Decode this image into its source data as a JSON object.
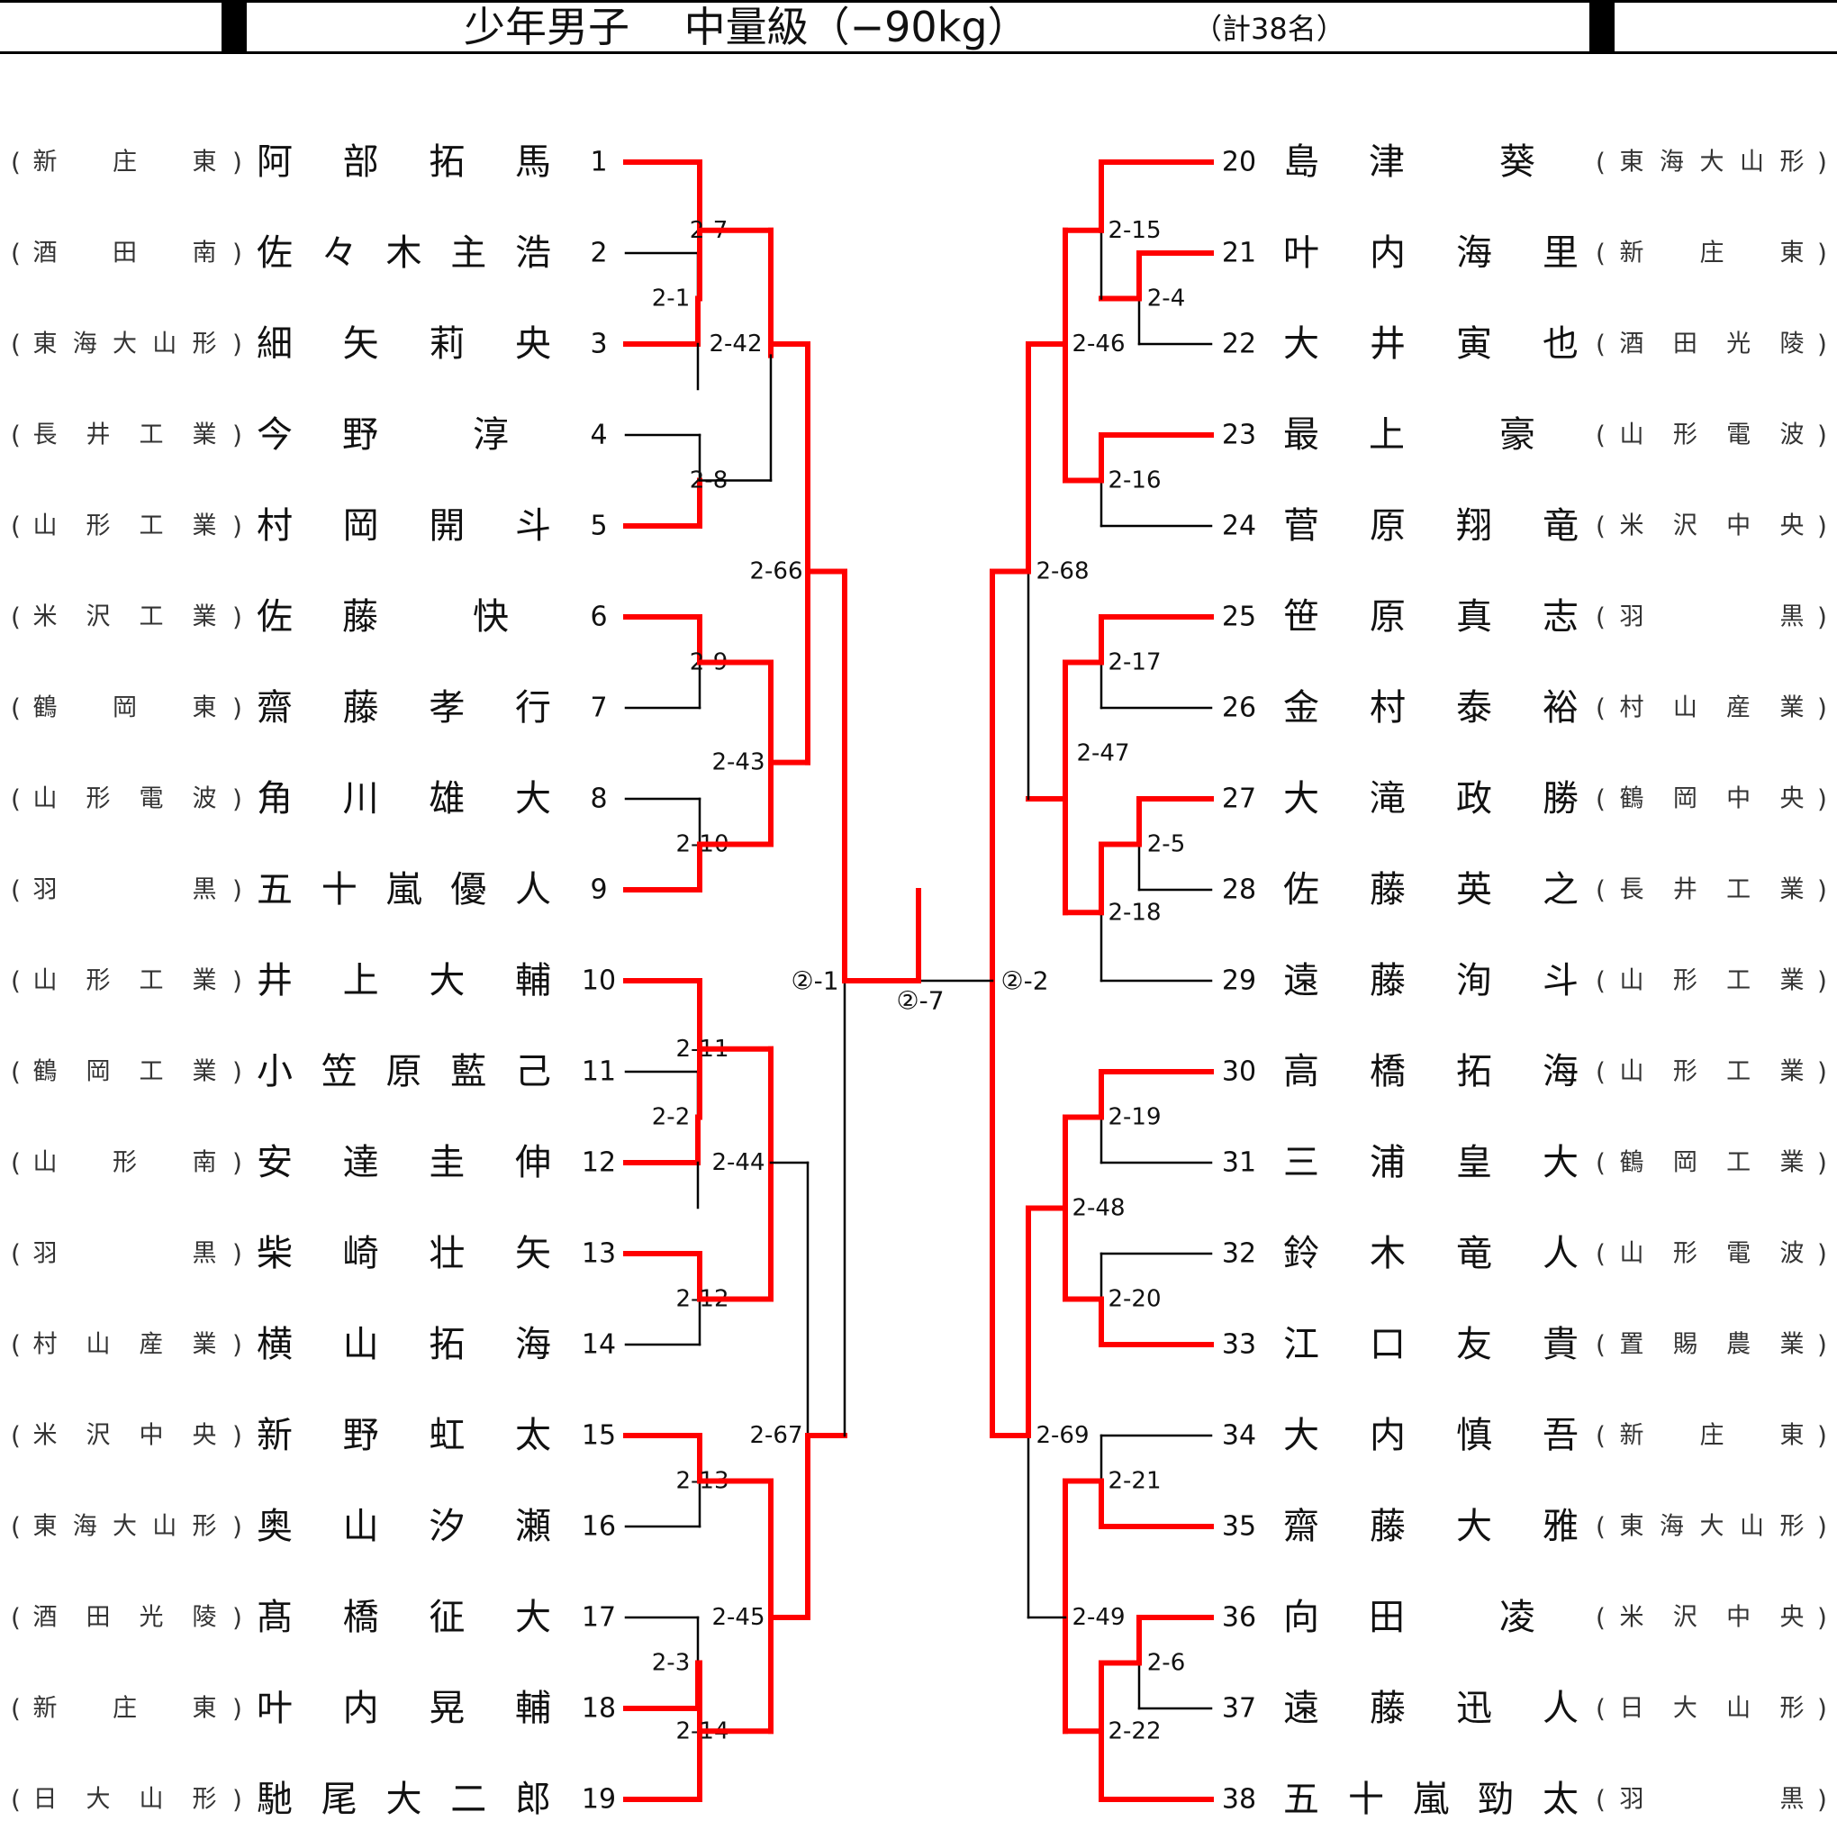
{
  "header": {
    "title": "少年男子　 中量級（−90kg）",
    "count": "（計38名）"
  },
  "left": [
    {
      "no": "1",
      "name": "阿部拓馬",
      "school": "新庄東"
    },
    {
      "no": "2",
      "name": "佐々木主浩",
      "school": "酒田南"
    },
    {
      "no": "3",
      "name": "細矢莉央",
      "school": "東海大山形"
    },
    {
      "no": "4",
      "name": "今野淳",
      "school": "長井工業"
    },
    {
      "no": "5",
      "name": "村岡開斗",
      "school": "山形工業"
    },
    {
      "no": "6",
      "name": "佐藤快",
      "school": "米沢工業"
    },
    {
      "no": "7",
      "name": "齋藤孝行",
      "school": "鶴岡東"
    },
    {
      "no": "8",
      "name": "角川雄大",
      "school": "山形電波"
    },
    {
      "no": "9",
      "name": "五十嵐優人",
      "school": "羽黒"
    },
    {
      "no": "10",
      "name": "井上大輔",
      "school": "山形工業"
    },
    {
      "no": "11",
      "name": "小笠原藍己",
      "school": "鶴岡工業"
    },
    {
      "no": "12",
      "name": "安達圭伸",
      "school": "山形南"
    },
    {
      "no": "13",
      "name": "柴崎壮矢",
      "school": "羽黒"
    },
    {
      "no": "14",
      "name": "横山拓海",
      "school": "村山産業"
    },
    {
      "no": "15",
      "name": "新野虹太",
      "school": "米沢中央"
    },
    {
      "no": "16",
      "name": "奥山汐瀬",
      "school": "東海大山形"
    },
    {
      "no": "17",
      "name": "髙橋征大",
      "school": "酒田光陵"
    },
    {
      "no": "18",
      "name": "叶内晃輔",
      "school": "新庄東"
    },
    {
      "no": "19",
      "name": "馳尾大二郎",
      "school": "日大山形"
    }
  ],
  "right": [
    {
      "no": "20",
      "name": "島津葵",
      "school": "東海大山形"
    },
    {
      "no": "21",
      "name": "叶内海里",
      "school": "新庄東"
    },
    {
      "no": "22",
      "name": "大井寅也",
      "school": "酒田光陵"
    },
    {
      "no": "23",
      "name": "最上豪",
      "school": "山形電波"
    },
    {
      "no": "24",
      "name": "菅原翔竜",
      "school": "米沢中央"
    },
    {
      "no": "25",
      "name": "笹原真志",
      "school": "羽黒"
    },
    {
      "no": "26",
      "name": "金村泰裕",
      "school": "村山産業"
    },
    {
      "no": "27",
      "name": "大滝政勝",
      "school": "鶴岡中央"
    },
    {
      "no": "28",
      "name": "佐藤英之",
      "school": "長井工業"
    },
    {
      "no": "29",
      "name": "遠藤洵斗",
      "school": "山形工業"
    },
    {
      "no": "30",
      "name": "高橋拓海",
      "school": "山形工業"
    },
    {
      "no": "31",
      "name": "三浦皇大",
      "school": "鶴岡工業"
    },
    {
      "no": "32",
      "name": "鈴木竜人",
      "school": "山形電波"
    },
    {
      "no": "33",
      "name": "江口友貴",
      "school": "置賜農業"
    },
    {
      "no": "34",
      "name": "大内慎吾",
      "school": "新庄東"
    },
    {
      "no": "35",
      "name": "齋藤大雅",
      "school": "東海大山形"
    },
    {
      "no": "36",
      "name": "向田凌",
      "school": "米沢中央"
    },
    {
      "no": "37",
      "name": "遠藤迅人",
      "school": "日大山形"
    },
    {
      "no": "38",
      "name": "五十嵐勁太",
      "school": "羽黒"
    }
  ],
  "matches": {
    "m1": "2-1",
    "m2": "2-2",
    "m3": "2-3",
    "m4": "2-4",
    "m5": "2-5",
    "m6": "2-6",
    "m7": "2-7",
    "m8": "2-8",
    "m9": "2-9",
    "m10": "2-10",
    "m11": "2-11",
    "m12": "2-12",
    "m13": "2-13",
    "m14": "2-14",
    "m15": "2-15",
    "m16": "2-16",
    "m17": "2-17",
    "m18": "2-18",
    "m19": "2-19",
    "m20": "2-20",
    "m21": "2-21",
    "m22": "2-22",
    "m42": "2-42",
    "m43": "2-43",
    "m44": "2-44",
    "m45": "2-45",
    "m46": "2-46",
    "m47": "2-47",
    "m48": "2-48",
    "m49": "2-49",
    "m66": "2-66",
    "m67": "2-67",
    "m68": "2-68",
    "m69": "2-69",
    "semiL": "②-1",
    "semiR": "②-2",
    "final": "②-7"
  },
  "colors": {
    "winner_line": "#ff0000",
    "line": "#000000"
  }
}
